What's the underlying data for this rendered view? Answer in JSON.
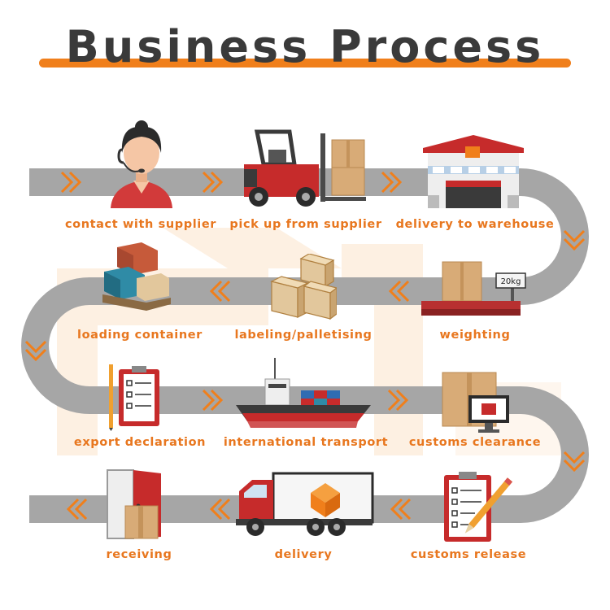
{
  "title": "Business Process",
  "accent_color": "#f07f1b",
  "road_color": "#a6a6a6",
  "steps": [
    {
      "label": "contact with supplier",
      "icon": "support-agent-icon"
    },
    {
      "label": "pick up from supplier",
      "icon": "forklift-icon"
    },
    {
      "label": "delivery to warehouse",
      "icon": "warehouse-icon"
    },
    {
      "label": "weighting",
      "icon": "scale-icon",
      "scale_text": "20kg"
    },
    {
      "label": "labeling/palletising",
      "icon": "wooden-crates-icon"
    },
    {
      "label": "loading container",
      "icon": "containers-icon"
    },
    {
      "label": "export declaration",
      "icon": "clipboard-checklist-icon"
    },
    {
      "label": "international transport",
      "icon": "cargo-ship-icon"
    },
    {
      "label": "customs clearance",
      "icon": "box-monitor-icon"
    },
    {
      "label": "customs release",
      "icon": "clipboard-pencil-icon"
    },
    {
      "label": "delivery",
      "icon": "truck-icon"
    },
    {
      "label": "receiving",
      "icon": "door-box-icon"
    }
  ]
}
